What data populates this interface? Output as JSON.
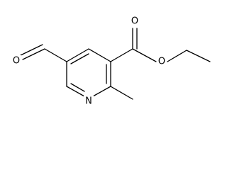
{
  "molecule": {
    "atom_labels": {
      "ring_nitrogen": "N",
      "aldehyde_oxygen": "O",
      "carbonyl_oxygen": "O",
      "ester_oxygen": "O"
    }
  },
  "colors": {
    "bond": "#000000",
    "background": "#ffffff"
  }
}
